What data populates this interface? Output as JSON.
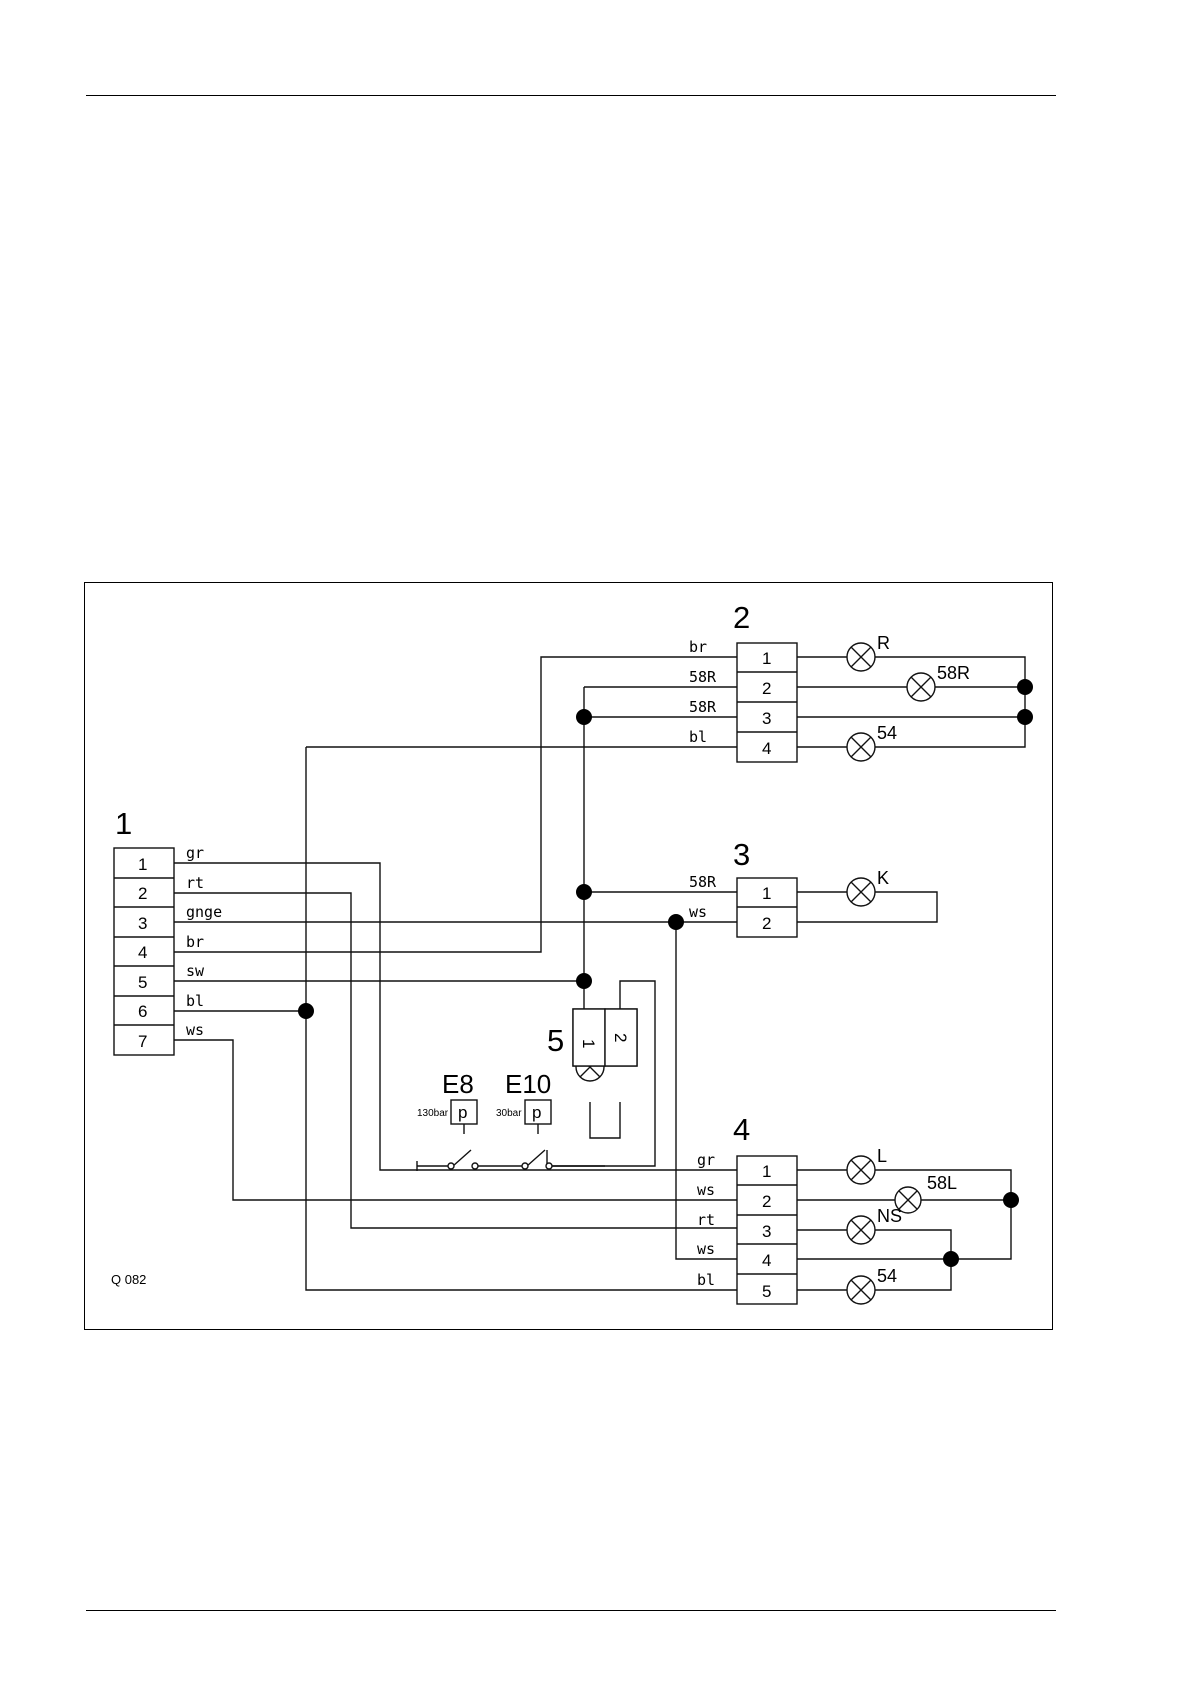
{
  "diagram": {
    "figure_id": "Q 082",
    "connectors": {
      "c1": {
        "label": "1",
        "pins": [
          "1",
          "2",
          "3",
          "4",
          "5",
          "6",
          "7"
        ],
        "wires": [
          "gr",
          "rt",
          "gnge",
          "br",
          "sw",
          "bl",
          "ws"
        ]
      },
      "c2": {
        "label": "2",
        "pins": [
          "1",
          "2",
          "3",
          "4"
        ],
        "wires": [
          "br",
          "58R",
          "58R",
          "bl"
        ],
        "lamps": [
          "R",
          "58R",
          "54"
        ]
      },
      "c3": {
        "label": "3",
        "pins": [
          "1",
          "2"
        ],
        "wires": [
          "58R",
          "ws"
        ],
        "lamps": [
          "K"
        ]
      },
      "c4": {
        "label": "4",
        "pins": [
          "1",
          "2",
          "3",
          "4",
          "5"
        ],
        "wires": [
          "gr",
          "ws",
          "rt",
          "ws",
          "bl"
        ],
        "lamps": [
          "L",
          "58L",
          "NS",
          "54"
        ]
      },
      "c5": {
        "label": "5",
        "pins": [
          "1",
          "2"
        ]
      }
    },
    "switches": [
      {
        "label": "E8",
        "symbol": "p",
        "rating": "130bar"
      },
      {
        "label": "E10",
        "symbol": "p",
        "rating": "30bar"
      }
    ]
  }
}
